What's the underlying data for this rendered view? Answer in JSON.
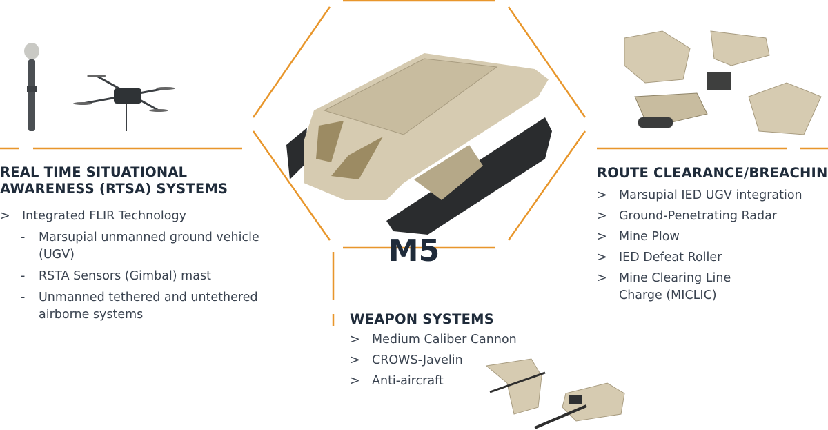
{
  "accent_color": "#e8962b",
  "center": {
    "title": "M5"
  },
  "rtsa": {
    "heading_line1": "REAL TIME SITUATIONAL",
    "heading_line2": "AWARENESS (RTSA) SYSTEMS",
    "bullet": ">",
    "sub_bullet": "-",
    "item": "Integrated FLIR Technology",
    "sub_items": [
      {
        "line1": "Marsupial unmanned ground vehicle",
        "line2": "(UGV)"
      },
      {
        "line1": "RSTA Sensors (Gimbal) mast",
        "line2": ""
      },
      {
        "line1": "Unmanned tethered and untethered",
        "line2": "airborne systems"
      }
    ]
  },
  "route": {
    "heading": "ROUTE CLEARANCE/BREACHING",
    "bullet": ">",
    "items": [
      "Marsupial IED UGV integration",
      "Ground-Penetrating Radar",
      "Mine Plow",
      "IED Defeat Roller",
      "Mine Clearing Line",
      "Charge (MICLIC)"
    ]
  },
  "weapons": {
    "heading": "WEAPON SYSTEMS",
    "bullet": ">",
    "items": [
      "Medium Caliber Cannon",
      "CROWS-Javelin",
      "Anti-aircraft"
    ]
  }
}
